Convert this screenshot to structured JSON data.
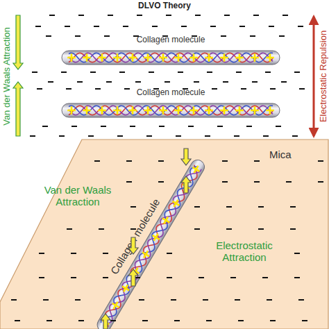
{
  "diagram": {
    "title": "DLVO Theory",
    "nodes": [
      {
        "text": [
          "Collagen molecule"
        ]
      },
      {
        "text": [
          "Collagen molecule"
        ]
      },
      {
        "text": [
          "Mica"
        ]
      },
      {
        "text": [
          "Collagen molecule"
        ],
        "in": 2
      }
    ],
    "labels": [
      "Van der Waals Attraction",
      "Electrostatic Repulsion",
      "Van der Waals Attraction",
      "Electrostatic Attraction"
    ]
  }
}
